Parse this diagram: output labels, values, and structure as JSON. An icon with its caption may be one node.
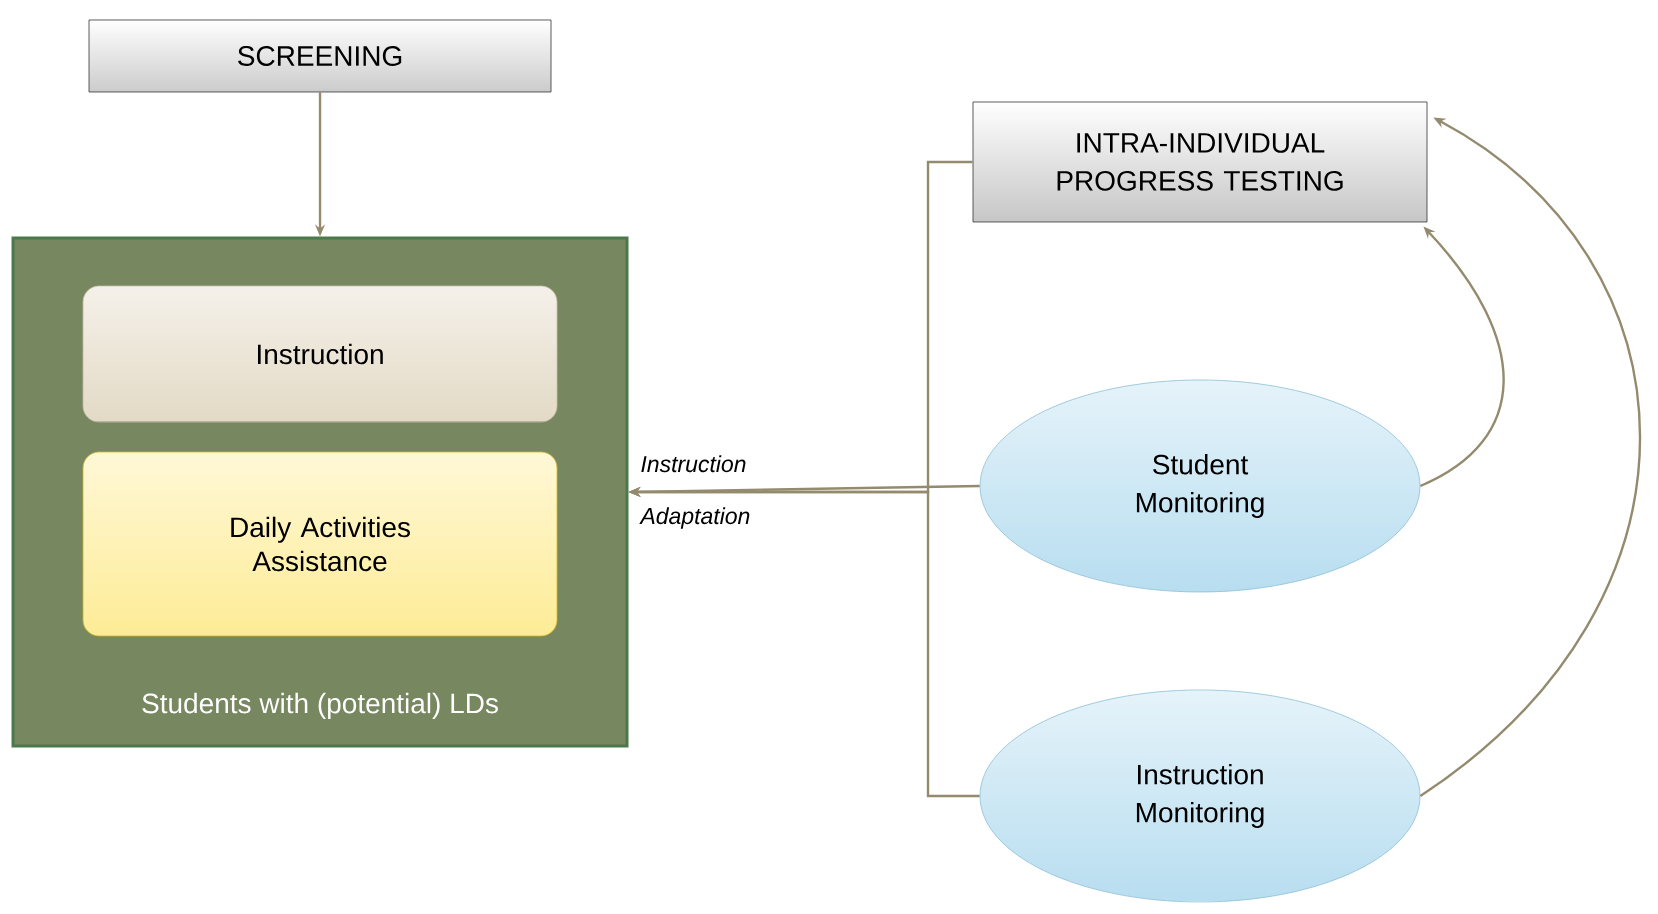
{
  "diagram": {
    "nodes": [
      {
        "text": [
          "SCREENING"
        ]
      },
      {
        "text": [
          "Students with (potential) LDs"
        ]
      },
      {
        "text": [
          "Instruction"
        ],
        "in": 1
      },
      {
        "text": [
          "Daily Activities Assistance"
        ],
        "in": 1
      },
      {
        "text": [
          "INTRA-INDIVIDUAL PROGRESS TESTING"
        ]
      },
      {
        "text": [
          "Student Monitoring"
        ]
      },
      {
        "text": [
          "Instruction Monitoring"
        ]
      }
    ],
    "edges": [
      {
        "from": 0,
        "to": 1,
        "arrow": "to"
      },
      {
        "from": 4,
        "to": 1,
        "arrow": "to"
      },
      {
        "from": 5,
        "to": 1,
        "arrow": "to",
        "label": "Instruction Adaptation"
      },
      {
        "from": 6,
        "to": 1,
        "arrow": "to"
      },
      {
        "from": 5,
        "to": 4,
        "arrow": "to"
      },
      {
        "from": 6,
        "to": 4,
        "arrow": "to"
      }
    ]
  }
}
